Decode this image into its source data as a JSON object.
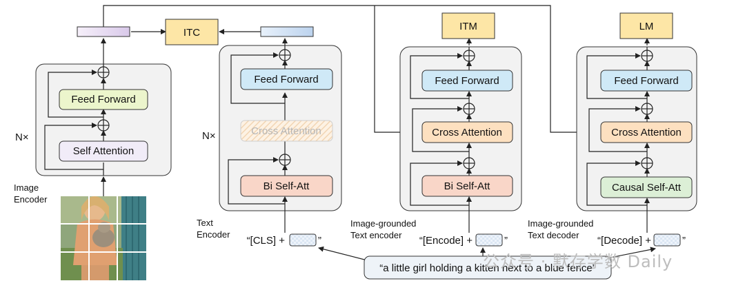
{
  "heads": {
    "itc": "ITC",
    "itm": "ITM",
    "lm": "LM"
  },
  "image_encoder": {
    "label_line1": "Image",
    "label_line2": "Encoder",
    "repeat": "N×",
    "feed_forward": "Feed Forward",
    "self_attention": "Self Attention"
  },
  "text_encoder": {
    "label_line1": "Text",
    "label_line2": "Encoder",
    "repeat": "N×",
    "feed_forward": "Feed Forward",
    "cross_attention": "Cross Attention",
    "self_att": "Bi Self-Att",
    "input_prefix": "“[CLS] +",
    "input_suffix": "”"
  },
  "grounded_encoder": {
    "label_line1": "Image-grounded",
    "label_line2": "Text encoder",
    "feed_forward": "Feed Forward",
    "cross_attention": "Cross Attention",
    "self_att": "Bi Self-Att",
    "input_prefix": "“[Encode] +",
    "input_suffix": "”"
  },
  "grounded_decoder": {
    "label_line1": "Image-grounded",
    "label_line2": "Text decoder",
    "feed_forward": "Feed Forward",
    "cross_attention": "Cross Attention",
    "self_att": "Causal Self-Att",
    "input_prefix": "“[Decode] +",
    "input_suffix": "”"
  },
  "caption": "“a little girl holding a kitten next to a blue fence”",
  "watermark": "公众号 · 默存学数 Daily",
  "colors": {
    "feed_forward_image": "#ecf5cc",
    "feed_forward_text": "#cfe9f7",
    "self_attention_image": "#f1ecf8",
    "self_att_text": "#f9d6c8",
    "cross_attention": "#fde0c0",
    "causal_self_att": "#dcefd6",
    "head_box": "#fde6a6",
    "block_bg": "#f2f2f2"
  }
}
